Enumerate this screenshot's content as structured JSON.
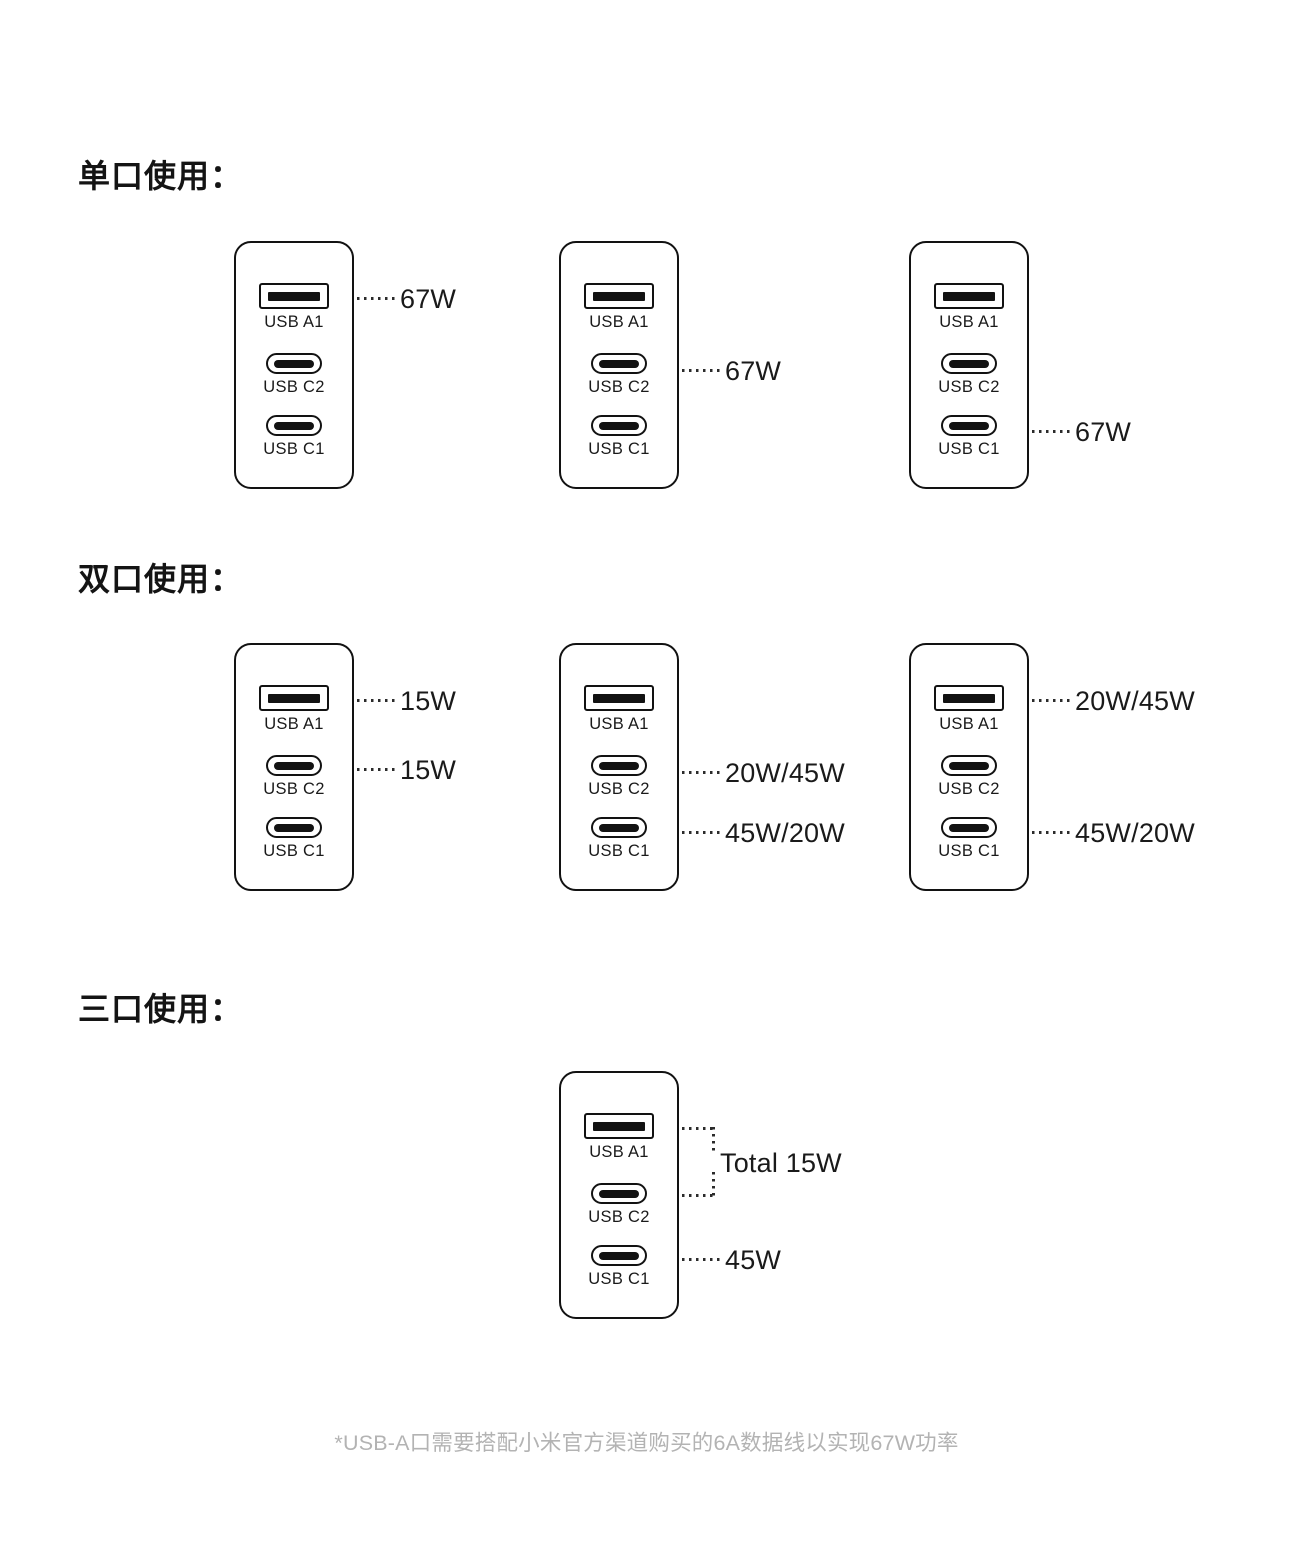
{
  "page": {
    "background": "#ffffff",
    "ink": "#121212",
    "footnote_color": "#b3b3b3"
  },
  "port_names": {
    "a1": "USB A1",
    "c2": "USB C2",
    "c1": "USB C1"
  },
  "sections": [
    {
      "id": "single-port",
      "heading": "单口使用：",
      "diagrams": [
        {
          "id": "single-a1",
          "active_port": "a1",
          "labels": [
            {
              "port": "a1",
              "text": "67W"
            }
          ]
        },
        {
          "id": "single-c2",
          "active_port": "c2",
          "labels": [
            {
              "port": "c2",
              "text": "67W"
            }
          ]
        },
        {
          "id": "single-c1",
          "active_port": "c1",
          "labels": [
            {
              "port": "c1",
              "text": "67W"
            }
          ]
        }
      ]
    },
    {
      "id": "dual-port",
      "heading": "双口使用：",
      "diagrams": [
        {
          "id": "dual-a1-c2",
          "labels": [
            {
              "port": "a1",
              "text": "15W"
            },
            {
              "port": "c2",
              "text": "15W"
            }
          ]
        },
        {
          "id": "dual-c2-c1",
          "labels": [
            {
              "port": "c2",
              "text": "20W/45W"
            },
            {
              "port": "c1",
              "text": "45W/20W"
            }
          ]
        },
        {
          "id": "dual-a1-c1",
          "labels": [
            {
              "port": "a1",
              "text": "20W/45W"
            },
            {
              "port": "c1",
              "text": "45W/20W"
            }
          ]
        }
      ]
    },
    {
      "id": "triple-port",
      "heading": "三口使用：",
      "diagrams": [
        {
          "id": "triple-all",
          "labels": [
            {
              "port": "a1+c2",
              "text": "Total 15W"
            },
            {
              "port": "c1",
              "text": "45W"
            }
          ]
        }
      ]
    }
  ],
  "footnote": "*USB-A口需要搭配小米官方渠道购买的6A数据线以实现67W功率"
}
